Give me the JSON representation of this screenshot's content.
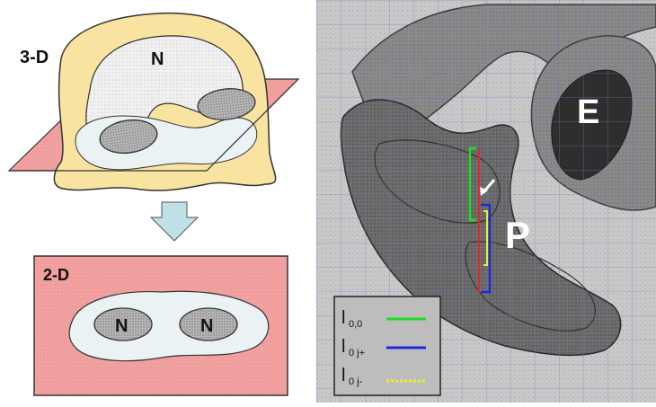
{
  "left_diagram": {
    "label_3d": "3-D",
    "label_2d": "2-D",
    "nucleus_label": "N",
    "colors": {
      "plane": "#f2a1a1",
      "cell_yellow": "#f8e3a0",
      "cell_outline": "#333333",
      "lumen": "#eaf2f4",
      "arrow": "#bfe0e6",
      "nucleus": "#b9b9b9"
    }
  },
  "micrograph": {
    "label_e": "E",
    "label_p": "P",
    "legend": {
      "items": [
        {
          "symbol": "l",
          "subscript": "0,0",
          "color": "#22dd22"
        },
        {
          "symbol": "l",
          "subscript": "0 j+",
          "color": "#1a2bd6"
        },
        {
          "symbol": "l",
          "subscript": "0 j-",
          "color": "#eeee22"
        }
      ]
    },
    "colors": {
      "background": "#c8c8c8",
      "grid": "#6f7fd6",
      "tissue_dark": "#555555",
      "red_line": "#d92a2a"
    }
  }
}
